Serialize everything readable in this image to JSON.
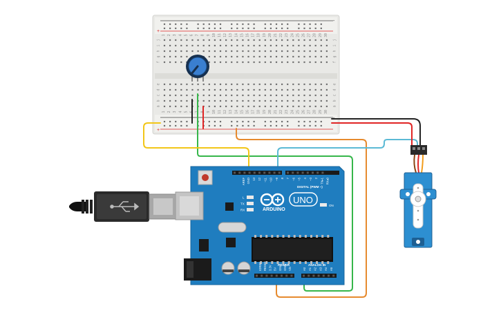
{
  "breadboard": {
    "column_numbers": [
      "1",
      "2",
      "3",
      "4",
      "5",
      "6",
      "7",
      "8",
      "9",
      "10",
      "11",
      "12",
      "13",
      "14",
      "15",
      "16",
      "17",
      "18",
      "19",
      "20",
      "21",
      "22",
      "23",
      "24",
      "25",
      "26",
      "27",
      "28",
      "29",
      "30"
    ],
    "row_letters_top": [
      "j",
      "i",
      "h",
      "g",
      "f"
    ],
    "row_letters_bottom": [
      "e",
      "d",
      "c",
      "b",
      "a"
    ],
    "rail_plus": "+",
    "rail_minus": "-"
  },
  "arduino": {
    "brand": "ARDUINO",
    "model": "UNO",
    "digital_header": "DIGITAL (PWM ~)",
    "power_header": "POWER",
    "analog_header": "ANALOG IN",
    "on_label": "ON",
    "led_labels": [
      "L",
      "TX",
      "RX"
    ],
    "aref": "AREF",
    "gnd": "GND",
    "digital_pins": [
      "13",
      "12",
      "~11",
      "~10",
      "~9",
      "8",
      "7",
      "~6",
      "~5",
      "4",
      "~3",
      "2",
      "TX▸1",
      "RX◂0"
    ],
    "power_pins": [
      "IOREF",
      "RESET",
      "3.3V",
      "5V",
      "GND",
      "GND",
      "Vin"
    ],
    "analog_pins": [
      "A0",
      "A1",
      "A2",
      "A3",
      "A4",
      "A5"
    ]
  },
  "colors": {
    "board_blue": "#1f7dbf",
    "breadboard": "#e9e9e6",
    "wire_yellow": "#f2c618",
    "wire_green": "#36b64a",
    "wire_orange": "#e68a2e",
    "wire_cyan": "#5bbad5",
    "wire_red": "#e02424",
    "wire_black": "#222222",
    "servo_blue": "#2d8fd1"
  },
  "components": {
    "potentiometer_icon": "potentiometer-icon",
    "servo_icon": "servo-motor-icon",
    "usb_icon": "usb-cable-icon"
  }
}
